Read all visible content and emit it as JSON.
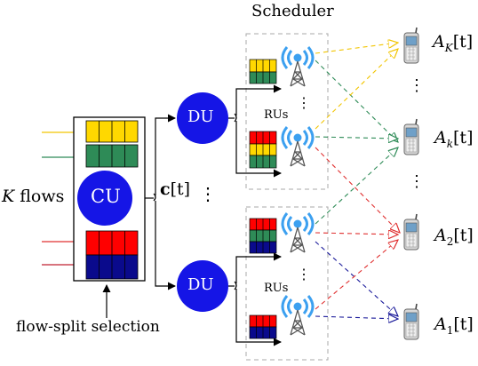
{
  "title": "Scheduler",
  "cu_label": "CU",
  "du_label": "DU",
  "rus_label": "RUs",
  "k_flows": {
    "var": "K",
    "text": "flows"
  },
  "control": {
    "var": "c",
    "arg": "[t]",
    "dots": "⋮"
  },
  "selection_label": "flow-split selection",
  "vdots": "⋮",
  "users": [
    {
      "base": "A",
      "sub": "K",
      "arg": "[t]"
    },
    {
      "base": "A",
      "sub": "k",
      "arg": "[t]"
    },
    {
      "base": "A",
      "sub": "2",
      "arg": "[t]"
    },
    {
      "base": "A",
      "sub": "1",
      "arg": "[t]"
    }
  ],
  "colors": {
    "yellow": "#FFD800",
    "green": "#2E8B57",
    "red": "#FF0000",
    "navy": "#0A0A8C",
    "node_blue": "#1515E6",
    "wave": "#3CA0F0",
    "dash_box": "#AAAAAA"
  },
  "icons": [
    "antenna-icon",
    "phone-icon"
  ]
}
